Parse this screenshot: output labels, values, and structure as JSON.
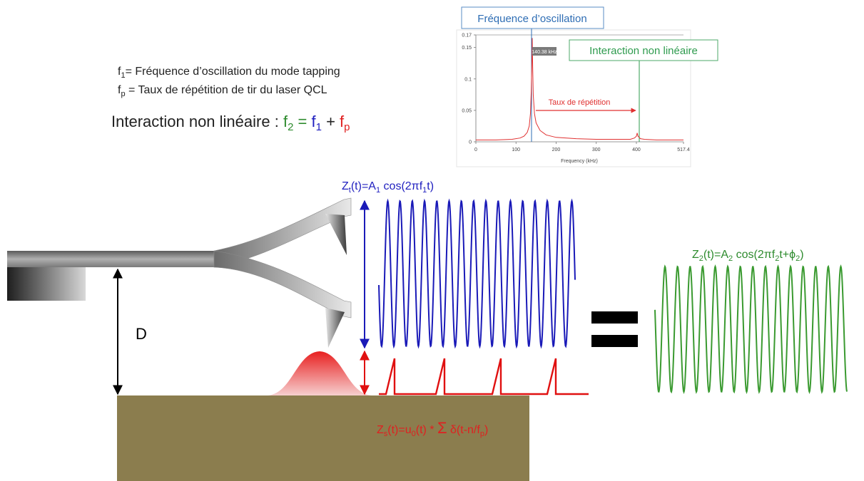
{
  "legend": {
    "f1_sym": "f",
    "f1_sub": "1",
    "f1_desc": "= Fréquence d’oscillation du mode tapping",
    "fp_sym": "f",
    "fp_sub": "p",
    "fp_desc": " = Taux de répétition de tir du laser QCL"
  },
  "equation": {
    "prefix": "Interaction non linéaire : ",
    "f2": "f",
    "f2_sub": "2",
    "eq": " = ",
    "f1": "f",
    "f1_sub": "1",
    "plus": " + ",
    "fp": "f",
    "fp_sub": "p",
    "colors": {
      "f2": "#2e8b2e",
      "f1": "#1f1fbf",
      "fp": "#e02020",
      "text": "#222222"
    }
  },
  "inset_chart": {
    "callout_oscillation": "Fréquence d’oscillation",
    "callout_nonlinear": "Interaction non linéaire",
    "peak_label": "140.38 kHz",
    "repetition_label": "Taux de répétition",
    "xlabel": "Frequency (kHz)",
    "x_ticks": [
      "0",
      "100",
      "200",
      "300",
      "400",
      "517.4"
    ],
    "y_ticks": [
      "0",
      "0.05",
      "0.1",
      "0.15",
      "0.17"
    ],
    "colors": {
      "callout_osc": "#2e6db4",
      "callout_nl": "#2e9b4e",
      "line": "#e03030"
    }
  },
  "chart_data": {
    "type": "line",
    "xlabel": "Frequency (kHz)",
    "xlim": [
      0,
      517.4
    ],
    "ylim": [
      0,
      0.17
    ],
    "x_ticks": [
      0,
      100,
      200,
      300,
      400,
      517.4
    ],
    "y_ticks": [
      0,
      0.05,
      0.1,
      0.15,
      0.17
    ],
    "series": [
      {
        "x": [
          0,
          50,
          90,
          110,
          120,
          128,
          133,
          136,
          138,
          139.5,
          140.38,
          141.5,
          143,
          146,
          150,
          160,
          175,
          200,
          250,
          300,
          350,
          385,
          395,
          400,
          402,
          404,
          410,
          420,
          450,
          500,
          517.4
        ],
        "y": [
          0.003,
          0.003,
          0.004,
          0.006,
          0.009,
          0.015,
          0.025,
          0.045,
          0.08,
          0.13,
          0.165,
          0.12,
          0.075,
          0.045,
          0.03,
          0.018,
          0.011,
          0.007,
          0.005,
          0.004,
          0.004,
          0.004,
          0.006,
          0.009,
          0.014,
          0.009,
          0.005,
          0.004,
          0.003,
          0.003,
          0.003
        ]
      }
    ],
    "annotations": [
      "140.38 kHz",
      "Taux de répétition"
    ],
    "grid": false
  },
  "diagram": {
    "d_label": "D",
    "zt_label": {
      "Z": "Z",
      "sub_t": "t",
      "a": "(t)=A",
      "sub_1": "1",
      "b": " cos(2πf",
      "sub_1b": "1",
      "c": "t)"
    },
    "zs_label": {
      "Z": "Z",
      "sub_s": "s",
      "a": "(t)=u",
      "sub_0": "0",
      "b": "(t) * ",
      "sigma": "Σ",
      "c": " δ(t-n/f",
      "sub_p": "p",
      "d": ")"
    },
    "z2_label": {
      "Z": "Z",
      "sub_2": "2",
      "a": "(t)=A",
      "sub_2b": "2",
      "b": " cos(2πf",
      "sub_2c": "2",
      "c": "t+ϕ",
      "sub_2d": "2",
      "d": ")"
    },
    "colors": {
      "blue_wave": "#1a1ab8",
      "red_pulse": "#e01010",
      "green_wave": "#3a9a30",
      "surface": "#8b7d4e",
      "text_blue": "#1f1fbf",
      "text_red": "#e02020",
      "text_green": "#2e8b2e"
    }
  }
}
